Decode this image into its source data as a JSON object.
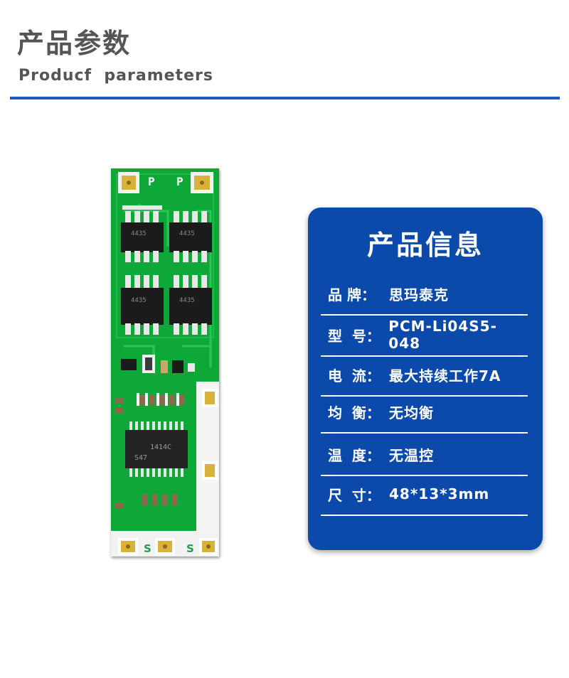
{
  "header": {
    "title_cn": "产品参数",
    "title_en": "Producf  parameters"
  },
  "board": {
    "silkscreen_p1": "P",
    "silkscreen_p2": "P",
    "chip_top_left": "4435",
    "chip_top_right": "4435",
    "chip_bottom_left": "4435",
    "chip_bottom_right": "4435",
    "main_ic_line1": "1414C",
    "main_ic_line2": "S47",
    "pad_s1": "S",
    "pad_s2": "S"
  },
  "info_card": {
    "title": "产品信息",
    "rows": [
      {
        "label": "品 牌：",
        "value": "思玛泰克"
      },
      {
        "label": "型  号：",
        "value": "PCM-Li04S5-048"
      },
      {
        "label": "电  流：",
        "value": "最大持续工作7A"
      },
      {
        "label": "均  衡：",
        "value": "无均衡"
      },
      {
        "label": "温  度：",
        "value": "无温控"
      },
      {
        "label": "尺  寸：",
        "value": "48*13*3mm"
      }
    ]
  },
  "colors": {
    "heading_gray": "#555555",
    "accent_blue": "#1e5bb8",
    "card_blue": "#0b4aab",
    "pcb_green": "#10a83a",
    "pad_gold": "#d8b23a"
  }
}
